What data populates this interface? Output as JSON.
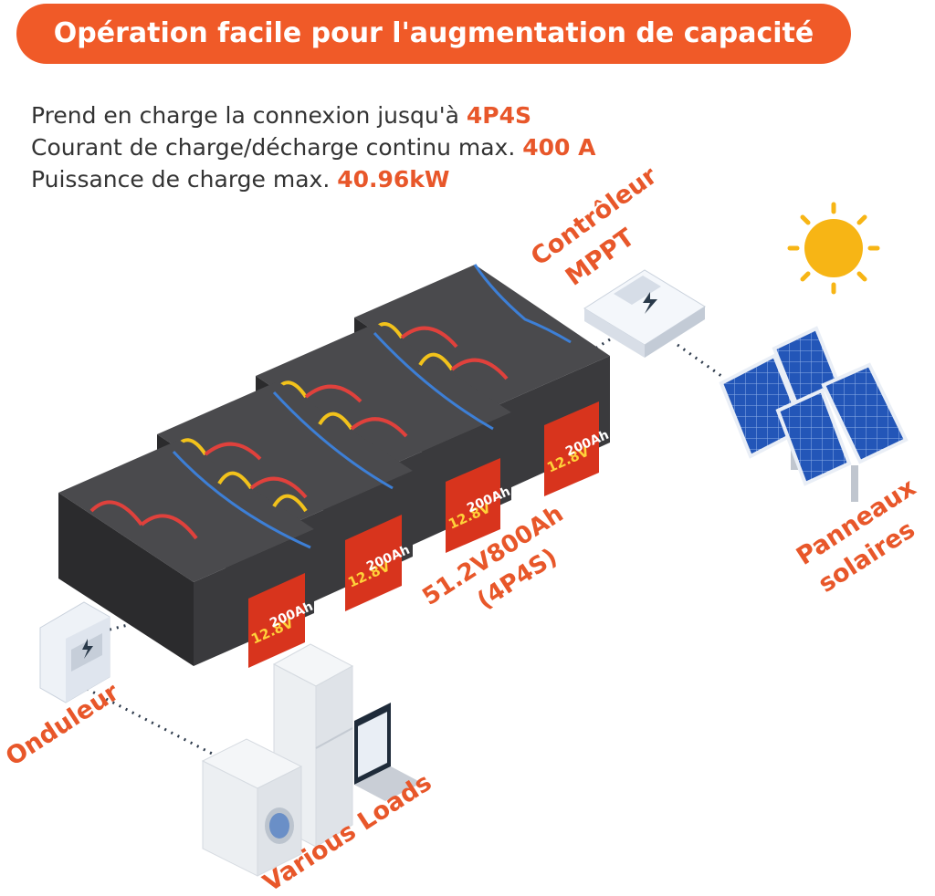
{
  "banner": {
    "title": "Opération facile pour l'augmentation de capacité"
  },
  "specs": [
    {
      "text": "Prend en charge la connexion jusqu'à ",
      "value": "4P4S"
    },
    {
      "text": "Courant de charge/décharge continu max. ",
      "value": "400 A"
    },
    {
      "text": "Puissance de charge max. ",
      "value": "40.96kW"
    }
  ],
  "labels": {
    "controller_line1": "Contrôleur",
    "controller_line2": "MPPT",
    "panels_line1": "Panneaux",
    "panels_line2": "solaires",
    "pack_line1": "51.2V800Ah",
    "pack_line2": "(4P4S)",
    "inverter": "Onduleur",
    "loads": "Various Loads"
  },
  "battery": {
    "voltage": "12.8V",
    "capacity": "200Ah"
  },
  "colors": {
    "accent": "#f05a28",
    "battery_body": "#3a3a3c",
    "battery_label": "#d8341d",
    "cable_red": "#e0413c",
    "cable_yellow": "#f2c21b",
    "cable_blue": "#3d7fd6",
    "sun": "#f7b515",
    "panel": "#2050a8"
  },
  "icons": [
    "sun-icon",
    "lightning-icon",
    "solar-panel-icon",
    "inverter-icon",
    "fridge-icon",
    "washing-machine-icon",
    "laptop-icon"
  ]
}
